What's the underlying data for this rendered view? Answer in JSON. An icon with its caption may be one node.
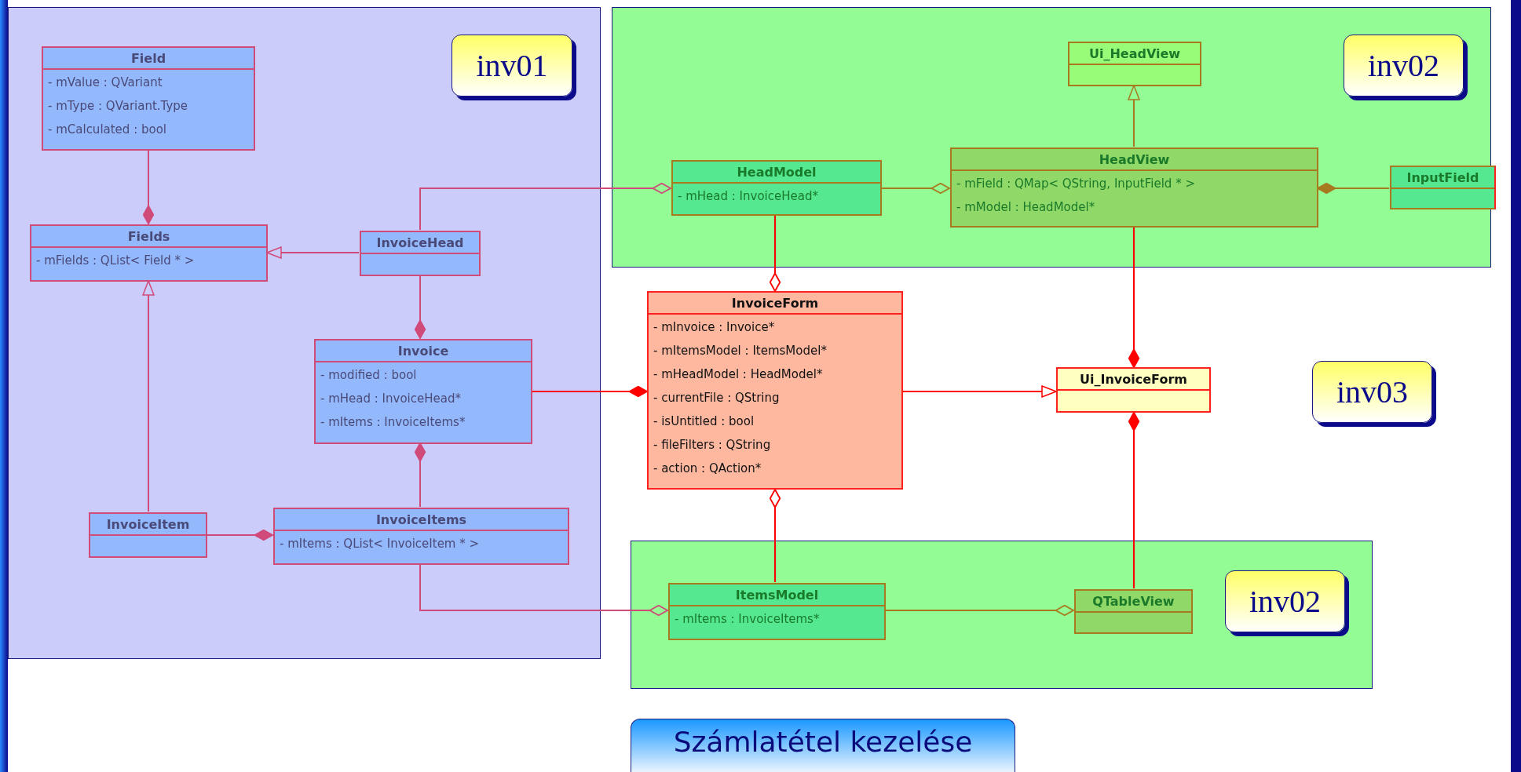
{
  "diagram": {
    "title": "Számlatétel kezelése",
    "nodes": [
      {
        "text": [],
        "shape": "box"
      },
      {
        "text": [
          "inv01"
        ],
        "in": 0
      },
      {
        "text": [
          "Field",
          "- mValue : QVariant",
          "- mType : QVariant.Type",
          "- mCalculated : bool"
        ],
        "in": 0
      },
      {
        "text": [
          "Fields",
          "- mFields : QList< Field * >"
        ],
        "in": 0
      },
      {
        "text": [
          "InvoiceHead"
        ],
        "in": 0
      },
      {
        "text": [
          "Invoice",
          "- modified : bool",
          "- mHead : InvoiceHead*",
          "- mItems : InvoiceItems*"
        ],
        "in": 0
      },
      {
        "text": [
          "InvoiceItem"
        ],
        "in": 0
      },
      {
        "text": [
          "InvoiceItems",
          "- mItems : QList< InvoiceItem * >"
        ],
        "in": 0
      },
      {
        "text": [],
        "shape": "box"
      },
      {
        "text": [
          "Ui_HeadView"
        ],
        "in": 8
      },
      {
        "text": [
          "inv02"
        ],
        "in": 8
      },
      {
        "text": [
          "HeadModel",
          "- mHead : InvoiceHead*"
        ],
        "in": 8
      },
      {
        "text": [
          "HeadView",
          "- mField : QMap< QString, InputField * >",
          "- mModel : HeadModel*"
        ],
        "in": 8
      },
      {
        "text": [
          "InputField"
        ],
        "in": 8
      },
      {
        "text": [
          "InvoiceForm",
          "- mInvoice : Invoice*",
          "- mItemsModel : ItemsModel*",
          "- mHeadModel : HeadModel*",
          "- currentFile : QString",
          "- isUntitled : bool",
          "- fileFilters : QString",
          "- action : QAction*"
        ]
      },
      {
        "text": [
          "Ui_InvoiceForm"
        ]
      },
      {
        "text": [
          "inv03"
        ]
      },
      {
        "text": [],
        "shape": "box"
      },
      {
        "text": [
          "ItemsModel",
          "- mItems : InvoiceItems*"
        ],
        "in": 17
      },
      {
        "text": [
          "QTableView"
        ],
        "in": 17
      },
      {
        "text": [
          "inv02"
        ],
        "in": 17
      }
    ],
    "edges": [
      {
        "from": 2,
        "to": 3,
        "arrow": "other"
      },
      {
        "from": 4,
        "to": 3,
        "arrow": "to"
      },
      {
        "from": 6,
        "to": 3,
        "arrow": "to"
      },
      {
        "from": 4,
        "to": 5,
        "arrow": "other"
      },
      {
        "from": 7,
        "to": 5,
        "arrow": "other"
      },
      {
        "from": 6,
        "to": 7,
        "arrow": "other"
      },
      {
        "from": 4,
        "to": 11,
        "arrow": "other"
      },
      {
        "from": 7,
        "to": 18,
        "arrow": "other"
      },
      {
        "from": 5,
        "to": 14,
        "arrow": "other",
        "color": "#ff0000"
      },
      {
        "from": 11,
        "to": 12,
        "arrow": "other",
        "color": "#a87a20"
      },
      {
        "from": 12,
        "to": 9,
        "arrow": "to",
        "color": "#a87a20"
      },
      {
        "from": 13,
        "to": 12,
        "arrow": "other",
        "color": "#a87a20"
      },
      {
        "from": 11,
        "to": 14,
        "arrow": "other",
        "color": "#ff0000"
      },
      {
        "from": 12,
        "to": 15,
        "arrow": "other",
        "color": "#ff0000"
      },
      {
        "from": 14,
        "to": 15,
        "arrow": "to",
        "color": "#ff0000"
      },
      {
        "from": 19,
        "to": 15,
        "arrow": "other",
        "color": "#ff0000"
      },
      {
        "from": 18,
        "to": 14,
        "arrow": "other",
        "color": "#ff0000"
      },
      {
        "from": 18,
        "to": 19,
        "arrow": "other",
        "color": "#a87a20"
      }
    ]
  }
}
